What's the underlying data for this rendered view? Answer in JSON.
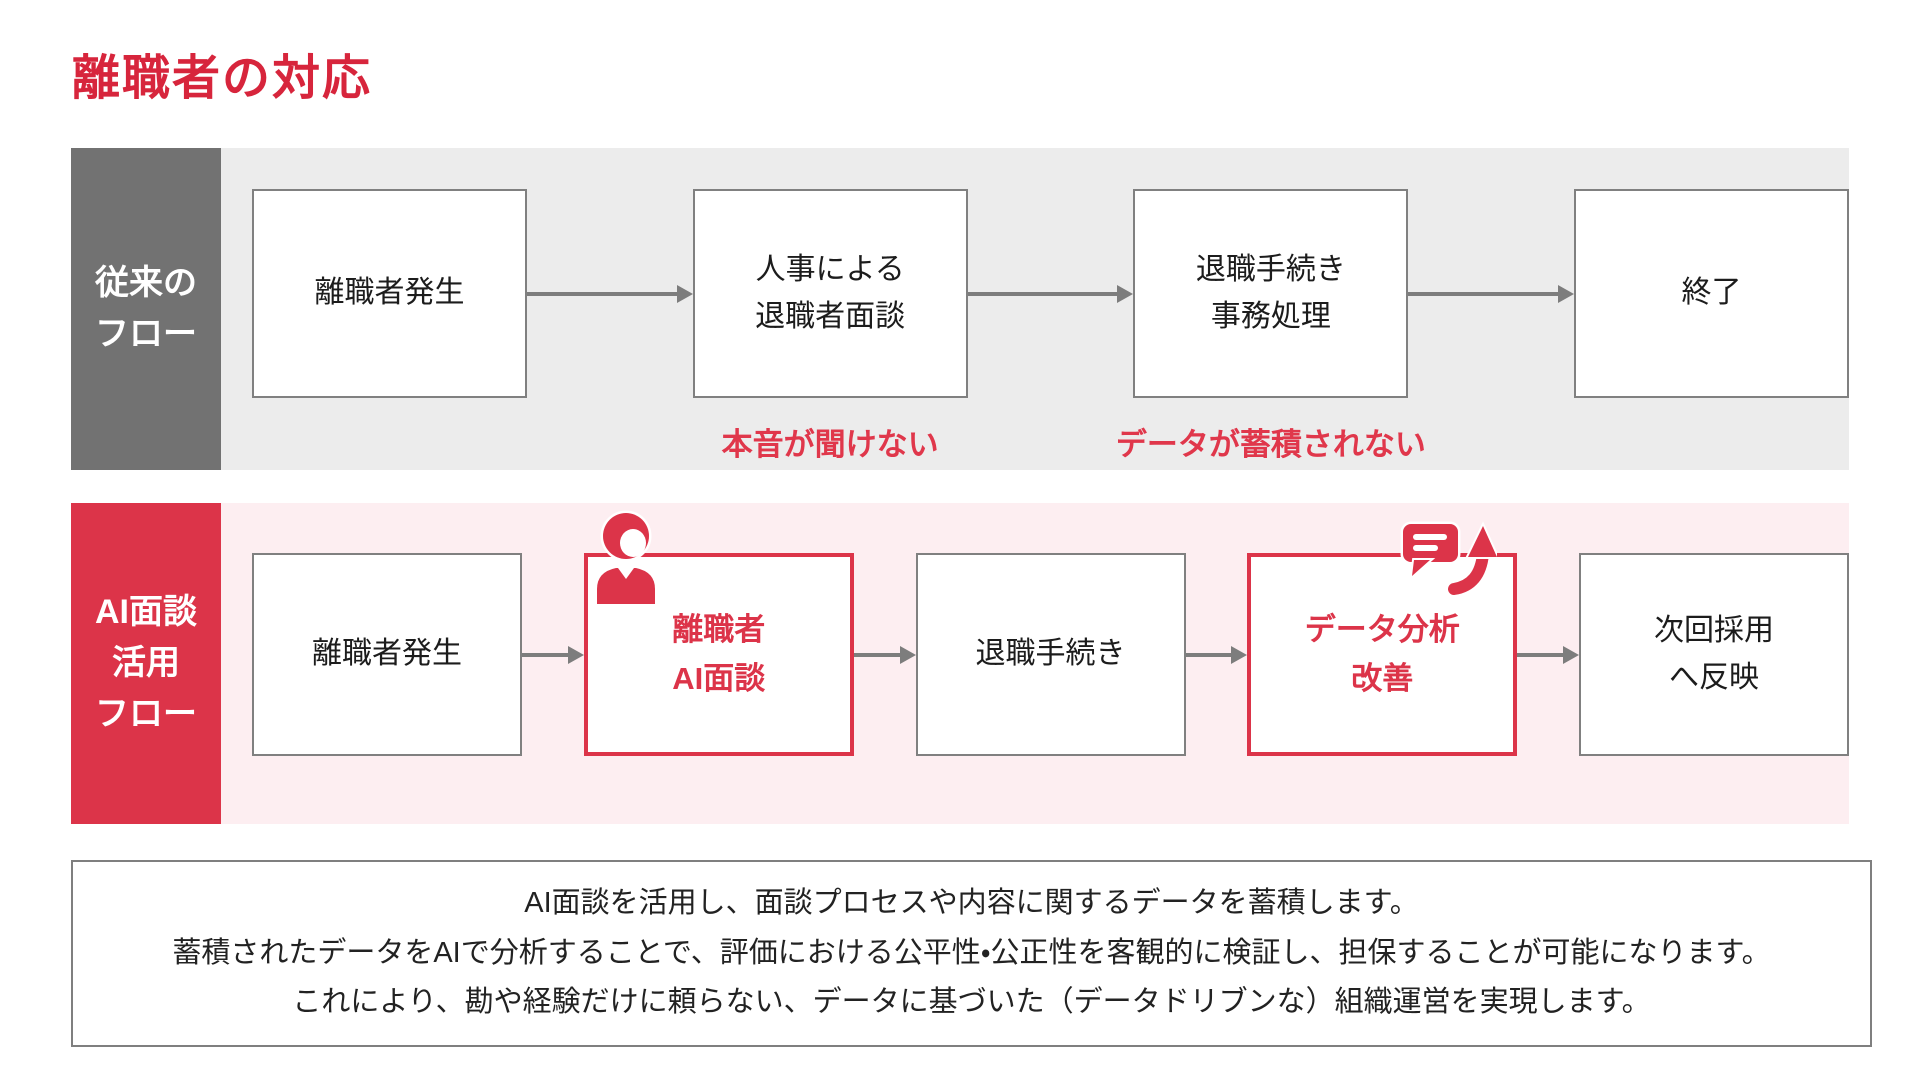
{
  "title": "離職者の対応",
  "colors": {
    "accent_red": "#dc3449",
    "title_red": "#d7253c",
    "sidebar_gray": "#727272",
    "traditional_row_bg": "#ececec",
    "ai_row_bg": "#fdeef1",
    "box_border_gray": "#808080",
    "arrow_gray": "#7d7d7d"
  },
  "traditional_flow": {
    "label": "従来の\nフロー",
    "steps": [
      {
        "text": "離職者発生"
      },
      {
        "text": "人事による\n退職者面談",
        "issue": "本音が聞けない"
      },
      {
        "text": "退職手続き\n事務処理",
        "issue": "データが蓄積されない"
      },
      {
        "text": "終了"
      }
    ]
  },
  "ai_flow": {
    "label": "AI面談\n活用\nフロー",
    "steps": [
      {
        "text": "離職者発生",
        "highlight": false
      },
      {
        "text": "離職者\nAI面談",
        "highlight": true,
        "icon": "person-icon"
      },
      {
        "text": "退職手続き",
        "highlight": false
      },
      {
        "text": "データ分析\n改善",
        "highlight": true,
        "icon": "chat-arrow-icon"
      },
      {
        "text": "次回採用\nへ反映",
        "highlight": false
      }
    ]
  },
  "description": {
    "line1": "AI面談を活用し、面談プロセスや内容に関するデータを蓄積します。",
    "line2": "蓄積されたデータをAIで分析することで、評価における公平性・公正性を客観的に検証し、担保することが可能になります。",
    "line3": "これにより、勘や経験だけに頼らない、データに基づいた（データドリブンな）組織運営を実現します。"
  }
}
